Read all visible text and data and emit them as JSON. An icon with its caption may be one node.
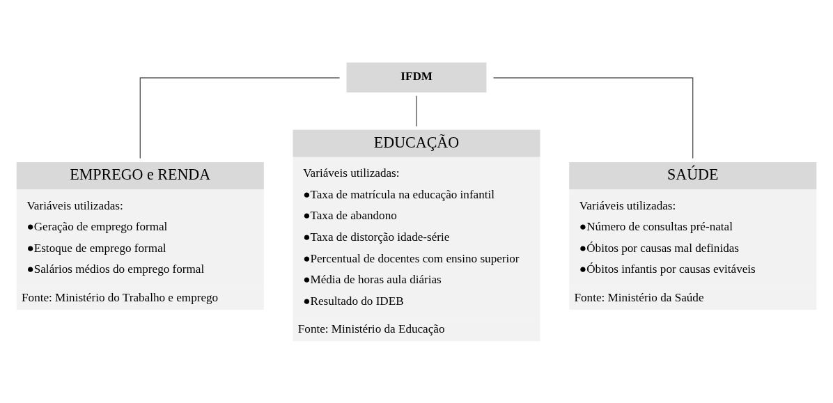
{
  "diagram": {
    "nodes": [
      {
        "text": [
          "IFDM"
        ]
      },
      {
        "text": [
          "EMPREGO e RENDA",
          "Variáveis utilizadas:",
          "●Geração de emprego formal",
          "●Estoque de emprego formal",
          "●Salários médios do emprego formal",
          "Fonte: Ministério do Trabalho e emprego"
        ]
      },
      {
        "text": [
          "EDUCAÇÃO",
          "Variáveis utilizadas:",
          "●Taxa de matrícula na educação infantil",
          "●Taxa de abandono",
          "●Taxa de distorção idade-série",
          "●Percentual de docentes com ensino superior",
          "●Média de horas aula diárias",
          "●Resultado do IDEB",
          "Fonte: Ministério da Educação"
        ]
      },
      {
        "text": [
          "SAÚDE",
          "Variáveis utilizadas:",
          "●Número de consultas pré-natal",
          "●Óbitos por causas mal definidas",
          "●Óbitos infantis por causas evitáveis",
          "Fonte: Ministério da Saúde"
        ]
      }
    ],
    "edges": [
      {
        "from": 0,
        "to": 1,
        "arrow": "none"
      },
      {
        "from": 0,
        "to": 2,
        "arrow": "none"
      },
      {
        "from": 0,
        "to": 3,
        "arrow": "none"
      }
    ]
  }
}
